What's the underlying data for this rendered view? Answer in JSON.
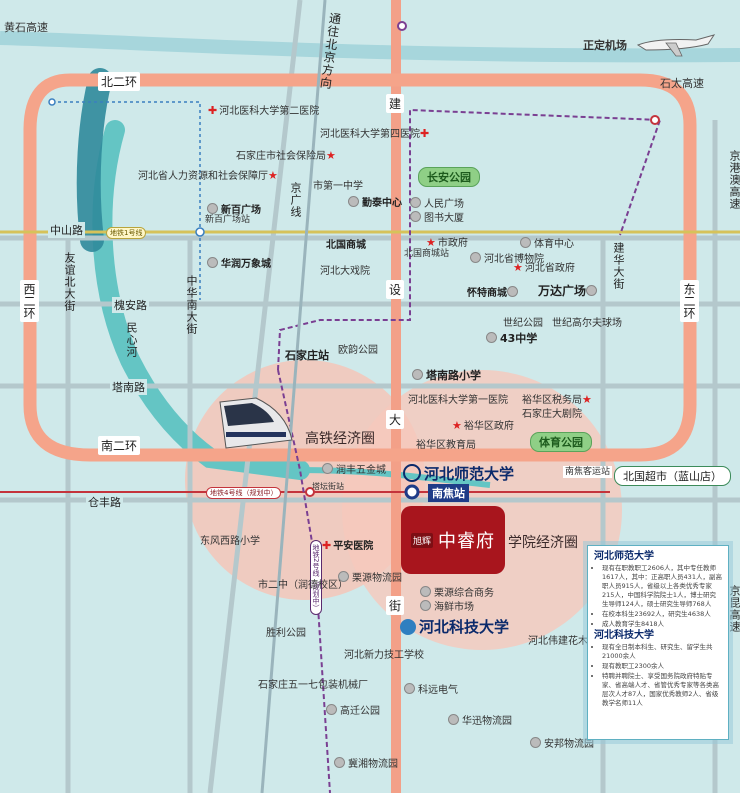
{
  "highways": {
    "huangshi": "黄石高速",
    "shitai": "石太高速",
    "jingkun": "京昆高速",
    "jinggang": "京港澳高速",
    "tongbei": "通往北京方向"
  },
  "rings": {
    "north": "北二环",
    "south": "南二环",
    "west": "西二环",
    "east": "东二环"
  },
  "roads": {
    "jianshe_top": "建",
    "jianshe_mid": "设",
    "jianshe_da": "大",
    "jianshe_jie": "街",
    "zhongshan": "中山路",
    "huaian": "槐安路",
    "tanan": "塔南路",
    "cangfeng": "仓丰路",
    "youyi": "友谊北大街",
    "zhonghua": "中华南大街",
    "jinghua": "建华大街",
    "jingguang": "京广线",
    "minxin": "民心河"
  },
  "metro": {
    "line1": "地铁1号线",
    "line2": "地铁2号线（规划中）",
    "line4": "地铁4号线（规划中）"
  },
  "airport": "正定机场",
  "zones": {
    "gaotie": "高铁经济圈",
    "xueyuan": "学院经济圈"
  },
  "stations": {
    "nanjiao": "南焦站",
    "nanjiao_bus": "南焦客运站",
    "shijiazhuang": "石家庄站",
    "taoyuan": "塔坛街站"
  },
  "project": {
    "tag": "旭辉",
    "name": "中睿府"
  },
  "universities": {
    "normal": "河北师范大学",
    "tech": "河北科技大学"
  },
  "pois": {
    "hospital2": "河北医科大学第二医院",
    "social": "石家庄市社会保险局",
    "hr": "河北省人力资源和社会保障厅",
    "xinbai": "新百广场",
    "xinbai_station": "新百广场站",
    "huarun": "华润万象城",
    "hospital4": "河北医科大学第四医院",
    "zhongxue1": "市第一中学",
    "qintai": "勤泰中心",
    "changan": "长安公园",
    "renmin": "人民广场",
    "tushu": "图书大厦",
    "beiguo": "北国商城",
    "beiguo_station": "北国商城站",
    "shizhengfu": "市政府",
    "bowuguan": "河北省博物院",
    "tiyu": "体育中心",
    "shengzhengfu": "河北省政府",
    "dahuiyuan": "河北大戏院",
    "huaimao": "怀特商城",
    "wanda": "万达广场",
    "shiji": "世纪公园",
    "shijigaoerfu": "世纪高尔夫球场",
    "43zhong": "43中学",
    "ouzheng": "欧韵公园",
    "tanan_school": "塔南路小学",
    "hospital1": "河北医科大学第一医院",
    "yuhua_tax": "裕华区税务局",
    "shijiazhuang_theater": "石家庄大剧院",
    "yuhua_gov": "裕华区政府",
    "yuhua_edu": "裕华区教育局",
    "tiyu_park": "体育公园",
    "runfeng": "润丰五金城",
    "beiguo_shop": "北国超市（蓝山店）",
    "dongfeng": "东风西路小学",
    "pingan": "平安医院",
    "liyuan_market": "栗源物流园",
    "sizhong": "市二中（润德校区）",
    "liyuan_service": "栗源综合商务",
    "haixian": "海鲜市场",
    "shengli": "胜利公园",
    "xinli_school": "河北新力技工学校",
    "wuqi": "石家庄五一七包装机械厂",
    "weijian": "河北伟建花木基地",
    "kejie": "科远电气",
    "gaoqian": "高迁公园",
    "huaxun": "华迅物流园",
    "anbang": "安邦物流园",
    "jixiang": "冀湘物流园"
  },
  "info_card": {
    "title1": "河北师范大学",
    "items1": [
      "现有在职教职工2606人，其中专任教师1617人，其中：正高职人员431人，副高职人员915人，省级以上各类优秀专家215人，中国科学院院士1人，博士研究生导师124人，硕士研究生导师768人",
      "在校本科生23692人，研究生4638人",
      "成人教育学生8418人"
    ],
    "title2": "河北科技大学",
    "items2": [
      "现有全日制本科生、研究生、留学生共21000余人",
      "现有教职工2300余人",
      "特聘并聘院士、享受国务院政府特贴专家、省高端人才、省管优秀专家等各类高层次人才87人，国家优秀教师2人、省级教学名师11人"
    ]
  },
  "colors": {
    "ring": "#f5a48a",
    "water": "#64c5c4",
    "metro1": "#d6c25a",
    "metro4": "#c4343c",
    "metro2": "#7a3f92",
    "project": "#a8151d",
    "university": "#0b2a6b"
  }
}
